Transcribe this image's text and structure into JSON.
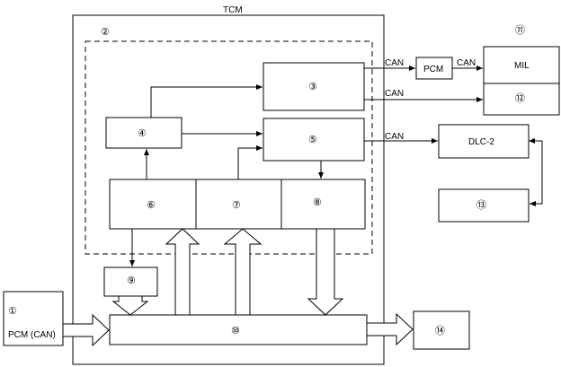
{
  "diagram": {
    "title": "TCM",
    "marks": {
      "n1": "①",
      "n2": "②",
      "n3": "③",
      "n4": "④",
      "n5": "⑤",
      "n6": "⑥",
      "n7": "⑦",
      "n8": "⑧",
      "n9": "⑨",
      "n10": "⑩",
      "n11": "⑪",
      "n12": "⑫",
      "n13": "⑬",
      "n14": "⑭"
    },
    "labels": {
      "pcm_can": "PCM (CAN)",
      "pcm": "PCM",
      "mil": "MIL",
      "dlc2": "DLC-2",
      "can1": "CAN",
      "can2": "CAN",
      "can3": "CAN",
      "can4": "CAN"
    }
  }
}
